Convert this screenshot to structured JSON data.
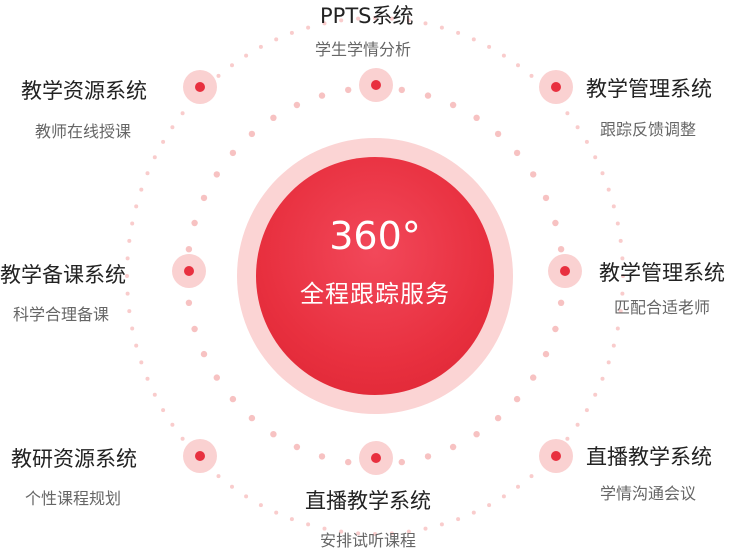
{
  "center": {
    "value": "360°",
    "subtitle": "全程跟踪服务"
  },
  "nodes": [
    {
      "title": "PPTS系统",
      "subtitle": "学生学情分析"
    },
    {
      "title": "教学管理系统",
      "subtitle": "跟踪反馈调整"
    },
    {
      "title": "教学管理系统",
      "subtitle": "匹配合适老师"
    },
    {
      "title": "直播教学系统",
      "subtitle": "学情沟通会议"
    },
    {
      "title": "直播教学系统",
      "subtitle": "安排试听课程"
    },
    {
      "title": "教研资源系统",
      "subtitle": "个性课程规划"
    },
    {
      "title": "教学备课系统",
      "subtitle": "科学合理备课"
    },
    {
      "title": "教学资源系统",
      "subtitle": "教师在线授课"
    }
  ],
  "colors": {
    "accent": "#e8303f",
    "accent_light": "#fad1d1",
    "dot": "#f6b7b7"
  }
}
